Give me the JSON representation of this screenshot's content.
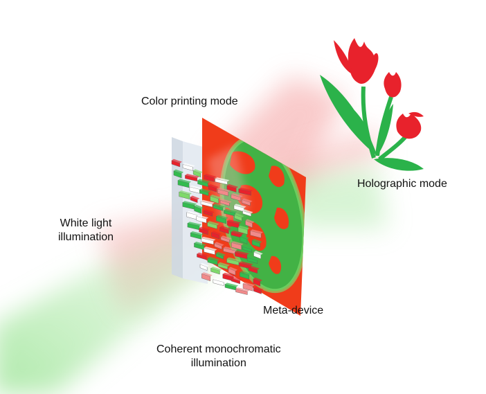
{
  "labels": {
    "color_printing_mode": "Color printing mode",
    "holographic_mode": "Holographic mode",
    "white_light_line1": "White light",
    "white_light_line2": "illumination",
    "meta_device": "Meta-device",
    "coherent_line1": "Coherent monochromatic",
    "coherent_line2": "illumination"
  },
  "colors": {
    "red": "#e8222c",
    "green": "#33bb4e",
    "orange_red": "#f03c1a",
    "light_green": "#7fd96a",
    "pink": "#f28a8a",
    "panel_gray": "#dde4ec",
    "beam_red": "#f6a2a2",
    "beam_green": "#a9e8a3"
  },
  "icons": [
    "tulip-bouquet",
    "nanopillar-array",
    "earth-map-pattern"
  ]
}
